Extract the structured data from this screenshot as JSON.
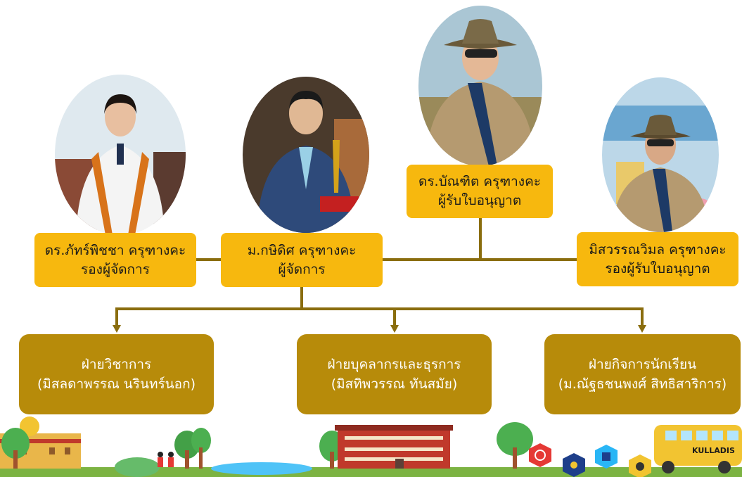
{
  "people": [
    {
      "name": "ดร.ภัทร์พิชชา ครุฑางคะ",
      "role": "รองผู้จัดการ"
    },
    {
      "name": "ม.กษิดิศ ครุฑางคะ",
      "role": "ผู้จัดการ"
    },
    {
      "name": "ดร.บัณฑิต ครุฑางคะ",
      "role": "ผู้รับใบอนุญาต"
    },
    {
      "name": "มิสวรรณวิมล ครุฑางคะ",
      "role": "รองผู้รับใบอนุญาต"
    }
  ],
  "departments": [
    {
      "name": "ฝ่ายวิชาการ",
      "head": "(มิสลดาพรรณ นรินทร์นอก)"
    },
    {
      "name": "ฝ่ายบุคลากรและธุรการ",
      "head": "(มิสทิพวรรณ ทันสมัย)"
    },
    {
      "name": "ฝ่ายกิจการนักเรียน",
      "head": "(ม.ณัฐธชนพงศ์ สิทธิสาริการ)"
    }
  ],
  "scene": {
    "bus_label": "KULLADIS"
  },
  "colors": {
    "person_box": "#F7B80E",
    "department_box": "#B78B0A",
    "connector": "#8A6D0E"
  }
}
